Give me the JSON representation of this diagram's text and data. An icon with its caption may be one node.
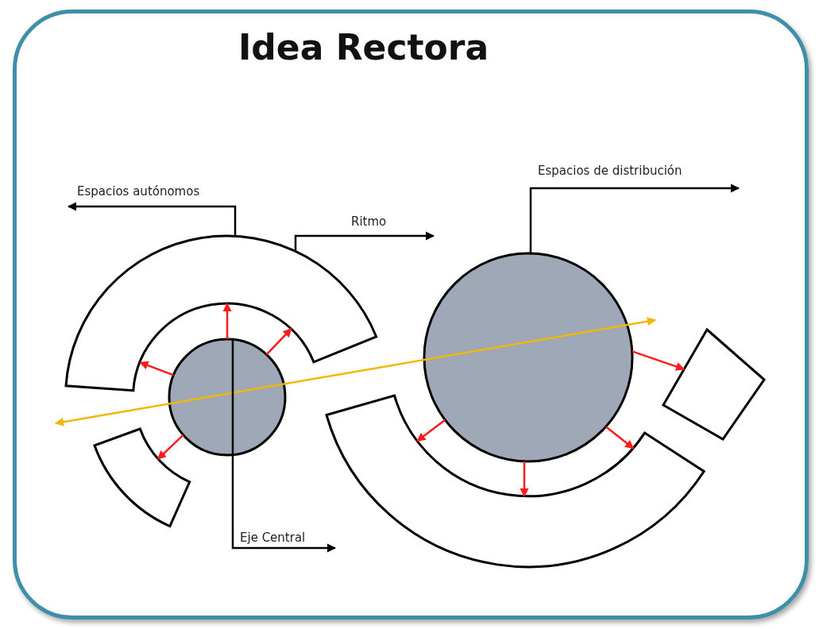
{
  "diagram": {
    "title": "Idea Rectora",
    "nodes": [
      {
        "text": [
          "Espacios autónomos"
        ]
      },
      {
        "text": [
          "Ritmo"
        ]
      },
      {
        "text": [
          "Espacios de distribución"
        ]
      },
      {
        "text": [
          "Eje Central"
        ]
      },
      {
        "text": [],
        "shape": "arc"
      },
      {
        "text": [],
        "shape": "arc"
      },
      {
        "text": [],
        "shape": "circle"
      },
      {
        "text": [],
        "shape": "circle"
      },
      {
        "text": [],
        "shape": "arc"
      },
      {
        "text": [],
        "shape": "box"
      }
    ],
    "edges": [
      {
        "from": 4,
        "to": 0,
        "arrow": "to",
        "color": "#000000"
      },
      {
        "from": 4,
        "to": 1,
        "arrow": "to",
        "color": "#000000"
      },
      {
        "from": 7,
        "to": 2,
        "arrow": "to",
        "color": "#000000"
      },
      {
        "from": 6,
        "to": 3,
        "arrow": "to",
        "color": "#000000"
      },
      {
        "from": 6,
        "to": 4,
        "arrow": "to"
      },
      {
        "from": 6,
        "to": 4,
        "arrow": "to"
      },
      {
        "from": 6,
        "to": 4,
        "arrow": "to"
      },
      {
        "from": 6,
        "to": 5,
        "arrow": "to"
      },
      {
        "from": 7,
        "to": 9,
        "arrow": "to"
      },
      {
        "from": 7,
        "to": 8,
        "arrow": "to"
      },
      {
        "from": 7,
        "to": 8,
        "arrow": "to"
      },
      {
        "from": 7,
        "to": 8,
        "arrow": "to"
      }
    ]
  }
}
